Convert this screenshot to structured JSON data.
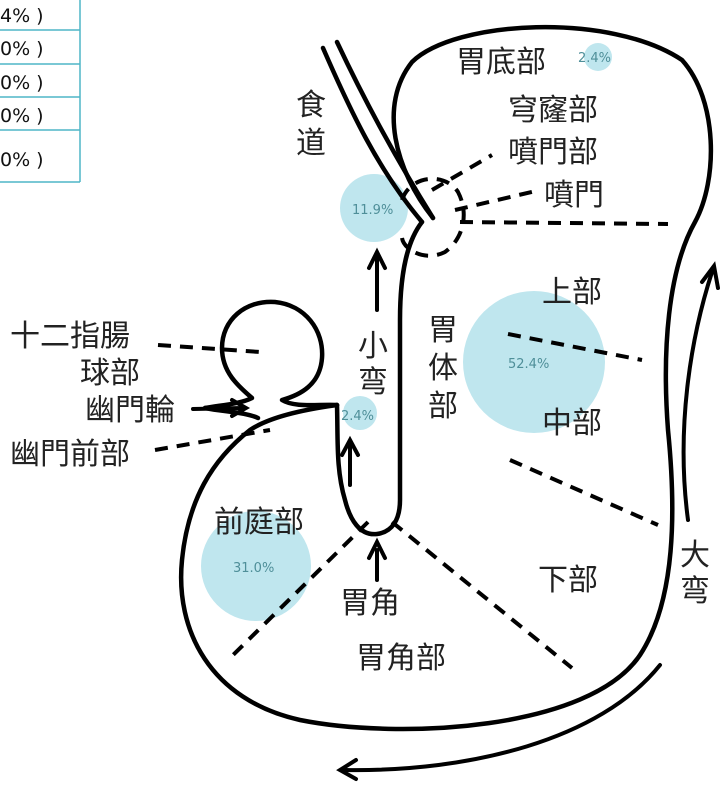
{
  "colors": {
    "outline": "#000000",
    "bubble": "#bfe6ee",
    "pct_text": "#4f8f99",
    "table_border": "#4fb6c7"
  },
  "table": {
    "rows": [
      "4% )",
      "0% )",
      "0% )",
      "0% )",
      "0% )"
    ]
  },
  "labels": {
    "fundus": "胃底部",
    "fornix": "穹窿部",
    "cardia_region": "噴門部",
    "cardia": "噴門",
    "esophagus": "食道",
    "upper": "上部",
    "body": "胃体部",
    "middle": "中部",
    "lower": "下部",
    "lesser_curvature": "小弯",
    "greater_curvature": "大弯",
    "duodenum": "十二指腸",
    "bulb": "球部",
    "pyloric_ring": "幽門輪",
    "prepyloric": "幽門前部",
    "antrum": "前庭部",
    "angle": "胃角",
    "angle_region": "胃角部"
  },
  "bubbles": {
    "fundus": {
      "pct": "2.4%",
      "value": 2.4
    },
    "cardia": {
      "pct": "11.9%",
      "value": 11.9
    },
    "body": {
      "pct": "52.4%",
      "value": 52.4
    },
    "lesser": {
      "pct": "2.4%",
      "value": 2.4
    },
    "antrum": {
      "pct": "31.0%",
      "value": 31.0
    }
  }
}
